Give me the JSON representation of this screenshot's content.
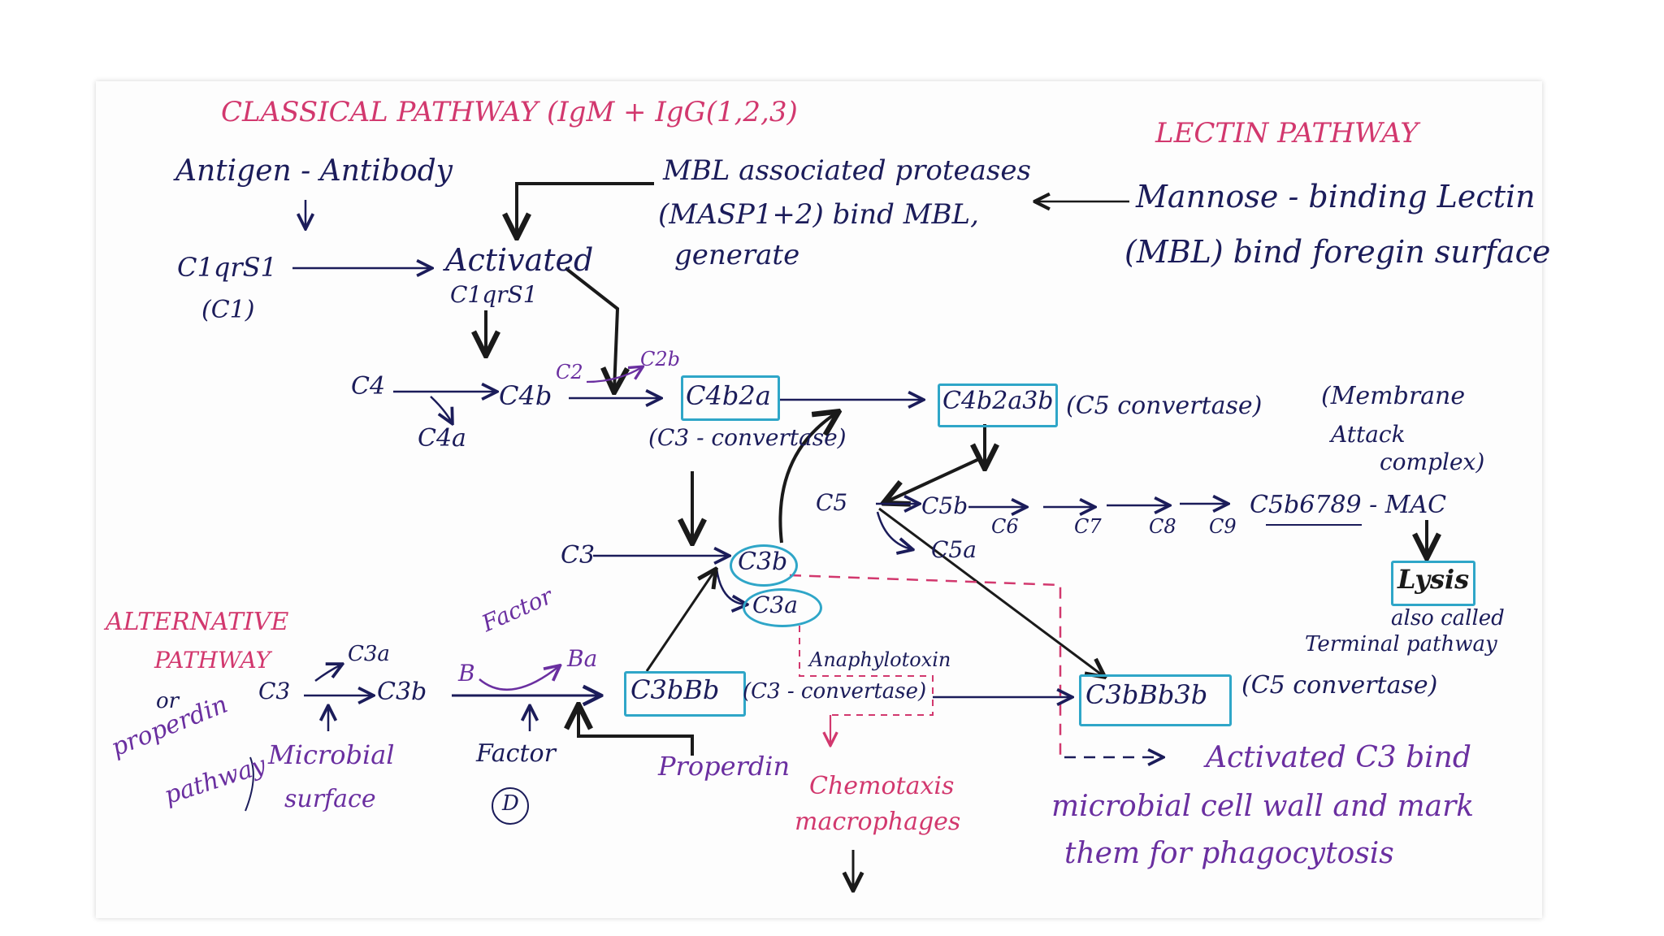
{
  "colors": {
    "ink": "#1b1c5a",
    "pink": "#d2386e",
    "purple": "#6a2fa0",
    "box": "#2fa6c8",
    "black": "#1a1a1a"
  },
  "headers": {
    "classical": "CLASSICAL  PATHWAY (IgM + IgG(1,2,3)",
    "lectin": "LECTIN  PATHWAY",
    "alternative": "ALTERNATIVE",
    "alternative2": "PATHWAY",
    "or": "or",
    "properdin_pathway": "properdin",
    "properdin_pathway2": "pathway"
  },
  "classical": {
    "antigen_antibody": "Antigen - Antibody",
    "c1qrs": "C1qrS1",
    "c1": "(C1)",
    "activated": "Activated",
    "activated_c1": "C1qrS1",
    "c4": "C4",
    "c4b": "C4b",
    "c4a": "C4a",
    "c2": "C2",
    "c2b": "C2b",
    "c4b2a": "C4b2a",
    "c3_convertase": "(C3 - convertase)",
    "c4b2a3b": "C4b2a3b",
    "c5_convertase": "(C5 convertase)",
    "mac_1": "(Membrane",
    "mac_2": "Attack",
    "mac_3": "complex)"
  },
  "lectin": {
    "mbl_proteases_1": "MBL associated proteases",
    "mbl_proteases_2": "(MASP1+2) bind MBL,",
    "mbl_proteases_3": "generate",
    "mannose_1": "Mannose - binding Lectin",
    "mannose_2": "(MBL) bind foregin surface"
  },
  "terminal": {
    "c5": "C5",
    "c5b": "C5b",
    "c6": "C6",
    "c7": "C7",
    "c8": "C8",
    "c9": "C9",
    "c5b6789": "C5b6789 - MAC",
    "c5a": "C5a",
    "lysis": "Lysis",
    "also_called": "also called",
    "terminal_pathway": "Terminal pathway"
  },
  "central": {
    "c3": "C3",
    "c3b": "C3b",
    "c3a": "C3a",
    "anaphylotoxin": "Anaphylotoxin",
    "chemotaxis_1": "Chemotaxis",
    "chemotaxis_2": "macrophages"
  },
  "alternative": {
    "c3": "C3",
    "c3a": "C3a",
    "c3b": "C3b",
    "factor_top": "Factor",
    "b": "B",
    "ba": "Ba",
    "microbial_1": "Microbial",
    "microbial_2": "surface",
    "factor_bottom": "Factor",
    "d": "D",
    "c3bbb": "C3bBb",
    "c3_convertase": "(C3 - convertase)",
    "properdin": "Properdin",
    "c3bbb3b": "C3bBb3b",
    "c5_convertase": "(C5 convertase)",
    "activated_1": "Activated C3 bind",
    "activated_2": "microbial cell wall and mark",
    "activated_3": "them for phagocytosis"
  }
}
